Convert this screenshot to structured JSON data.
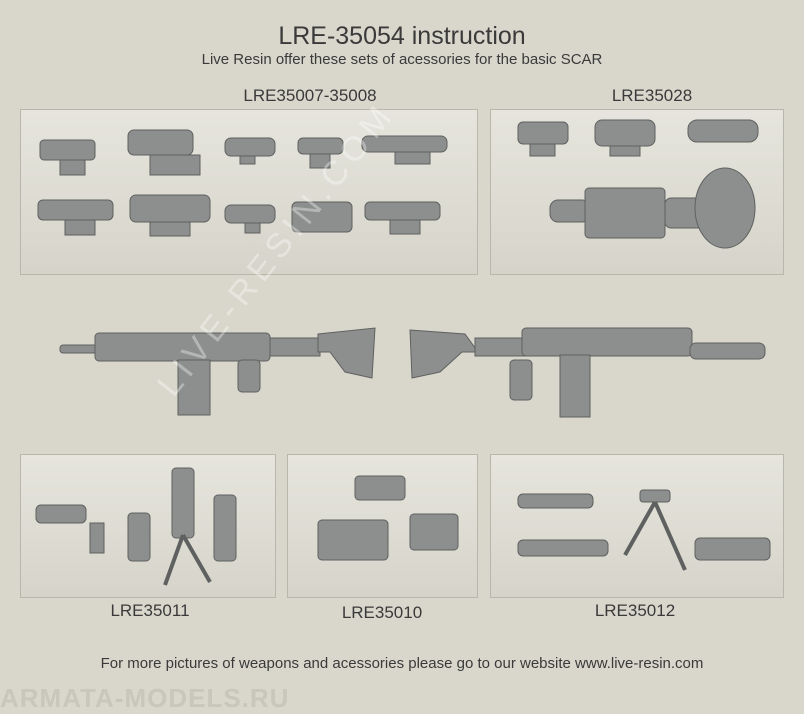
{
  "header": {
    "title": "LRE-35054 instruction",
    "subtitle": "Live Resin offer these sets of acessories for the basic SCAR"
  },
  "sections": {
    "top_left": "LRE35007-35008",
    "top_right": "LRE35028",
    "bottom_left": "LRE35011",
    "bottom_middle": "LRE35010",
    "bottom_right": "LRE35012"
  },
  "footer": {
    "text": "For more pictures of weapons and acessories please go to our website www.live-resin.com"
  },
  "watermarks": {
    "corner": "ARMATA-MODELS.RU",
    "diagonal": "LIVE-RESIN.COM"
  }
}
